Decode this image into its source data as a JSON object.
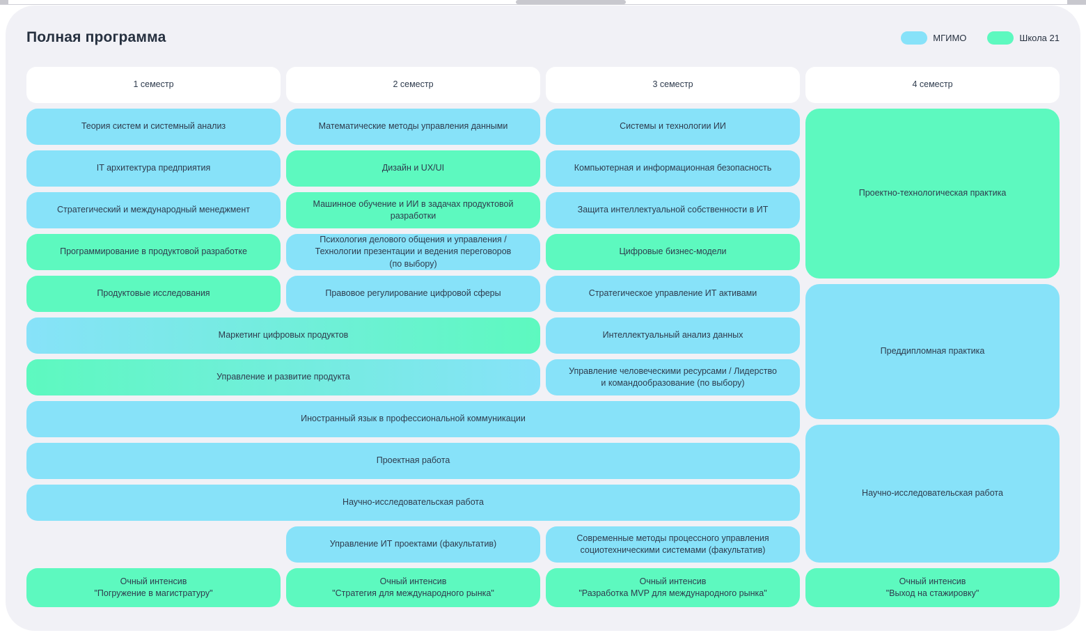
{
  "theme": {
    "mgimo": "#87E2F9",
    "school21": "#5DF9BF",
    "panel": "#F1F1F6",
    "text": "#2E3B4D"
  },
  "header": {
    "title": "Полная программа",
    "legend": [
      {
        "name": "mgimo",
        "label": "МГИМО",
        "color": "#87E2F9"
      },
      {
        "name": "school21",
        "label": "Школа 21",
        "color": "#5DF9BF"
      }
    ]
  },
  "columns": [
    {
      "label": "1 семестр"
    },
    {
      "label": "2 семестр"
    },
    {
      "label": "3 семестр"
    },
    {
      "label": "4 семестр"
    }
  ],
  "cards": {
    "s1_1": {
      "label": "Теория систем и системный анализ",
      "org": "mgimo"
    },
    "s1_2": {
      "label": "IT архитектура предприятия",
      "org": "mgimo"
    },
    "s1_3": {
      "label": "Стратегический и международный менеджмент",
      "org": "mgimo"
    },
    "s1_4": {
      "label": "Программирование в продуктовой разработке",
      "org": "school21"
    },
    "s1_5": {
      "label": "Продуктовые исследования",
      "org": "school21"
    },
    "s2_1": {
      "label": "Математические методы управления данными",
      "org": "mgimo"
    },
    "s2_2": {
      "label": "Дизайн и UX/UI",
      "org": "school21"
    },
    "s2_3": {
      "label": "Машинное обучение и ИИ в задачах продуктовой\nразработки",
      "org": "school21"
    },
    "s2_4": {
      "label": "Психология делового общения и управления /\nТехнологии презентации и ведения переговоров\n(по выбору)",
      "org": "mgimo"
    },
    "s2_5": {
      "label": "Правовое регулирование цифровой сферы",
      "org": "mgimo"
    },
    "s2_6": {
      "label": "Управление ИТ проектами (факультатив)",
      "org": "mgimo"
    },
    "s3_1": {
      "label": "Системы и технологии ИИ",
      "org": "mgimo"
    },
    "s3_2": {
      "label": "Компьютерная и информационная безопасность",
      "org": "mgimo"
    },
    "s3_3": {
      "label": "Защита интеллектуальной собственности в ИТ",
      "org": "mgimo"
    },
    "s3_4": {
      "label": "Цифровые бизнес-модели",
      "org": "school21"
    },
    "s3_5": {
      "label": "Стратегическое управление ИТ активами",
      "org": "mgimo"
    },
    "s3_6": {
      "label": "Интеллектуальный анализ данных",
      "org": "mgimo"
    },
    "s3_7": {
      "label": "Управление человеческими ресурсами / Лидерство\nи командообразование (по выбору)",
      "org": "mgimo"
    },
    "s3_8": {
      "label": "Современные методы процессного управления\nсоциотехническими системами (факультатив)",
      "org": "mgimo"
    },
    "w_marketing": {
      "label": "Маркетинг цифровых продуктов",
      "org": "mgimo+school21"
    },
    "w_product": {
      "label": "Управление и развитие продукта",
      "org": "school21+mgimo"
    },
    "w_language": {
      "label": "Иностранный язык в профессиональной коммуникации",
      "org": "mgimo"
    },
    "w_project": {
      "label": "Проектная работа",
      "org": "mgimo"
    },
    "w_research": {
      "label": "Научно-исследовательская работа",
      "org": "mgimo"
    },
    "s4_1": {
      "label": "Проектно-технологическая практика",
      "org": "school21"
    },
    "s4_2": {
      "label": "Преддипломная практика",
      "org": "mgimo"
    },
    "s4_3": {
      "label": "Научно-исследовательская работа",
      "org": "mgimo"
    },
    "i1": {
      "label": "Очный интенсив\n\"Погружение в магистратуру\"",
      "org": "school21"
    },
    "i2": {
      "label": "Очный интенсив\n\"Стратегия для международного рынка\"",
      "org": "school21"
    },
    "i3": {
      "label": "Очный интенсив\n\"Разработка MVP для международного рынка\"",
      "org": "school21"
    },
    "i4": {
      "label": "Очный интенсив\n\"Выход на стажировку\"",
      "org": "school21"
    }
  }
}
